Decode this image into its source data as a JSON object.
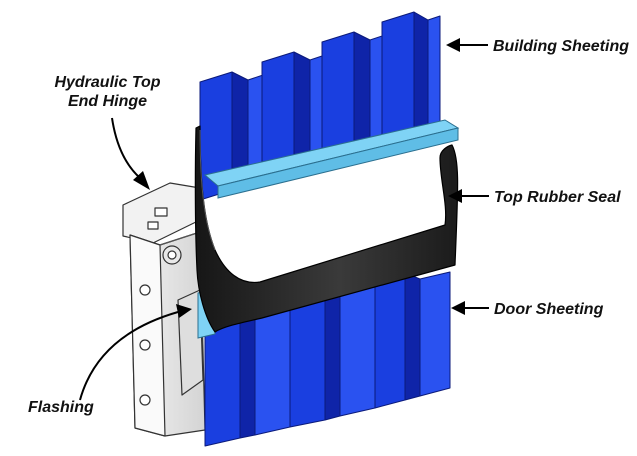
{
  "labels": {
    "building_sheeting": "Building Sheeting",
    "top_rubber_seal": "Top Rubber Seal",
    "door_sheeting": "Door Sheeting",
    "hinge_line1": "Hydraulic Top",
    "hinge_line2": "End Hinge",
    "flashing": "Flashing"
  },
  "colors": {
    "sheeting_blue": "#1a3fe0",
    "sheeting_blue_dark": "#0f24a8",
    "sheeting_blue_light": "#3a63ff",
    "flashing_cyan": "#7fd3f5",
    "seal_black": "#222222",
    "hinge_grey": "#e6e6e6",
    "outline": "#111111"
  }
}
